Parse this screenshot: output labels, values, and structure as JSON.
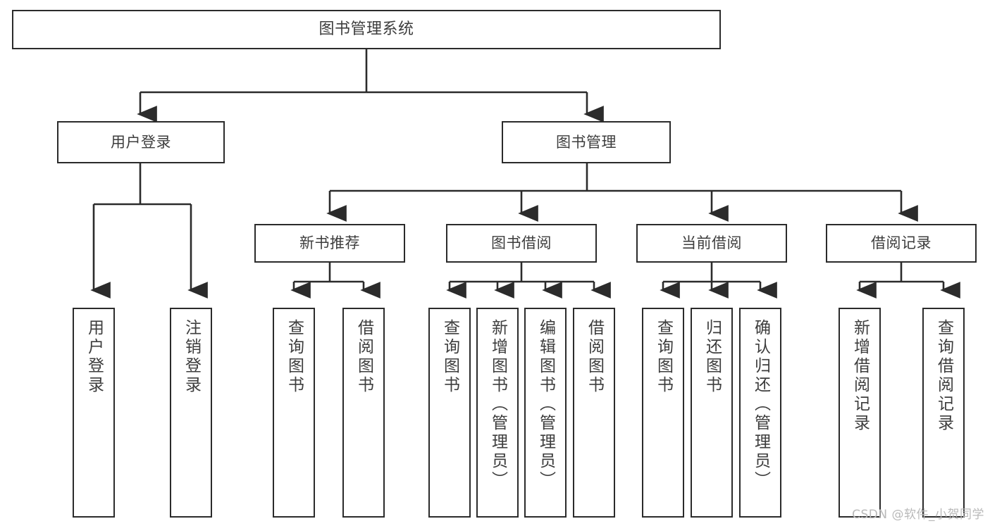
{
  "diagram": {
    "title": "图书管理系统",
    "type": "tree",
    "root": {
      "label": "图书管理系统"
    },
    "level2": [
      {
        "label": "用户登录"
      },
      {
        "label": "图书管理"
      }
    ],
    "level3": [
      {
        "label": "新书推荐"
      },
      {
        "label": "图书借阅"
      },
      {
        "label": "当前借阅"
      },
      {
        "label": "借阅记录"
      }
    ],
    "leaves": {
      "user_login": [
        {
          "label": "用户登录"
        },
        {
          "label": "注销登录"
        }
      ],
      "new_book_recommend": [
        {
          "label": "查询图书"
        },
        {
          "label": "借阅图书"
        }
      ],
      "book_borrow": [
        {
          "label": "查询图书"
        },
        {
          "label": "新增图书（管理员）"
        },
        {
          "label": "编辑图书（管理员）"
        },
        {
          "label": "借阅图书"
        }
      ],
      "current_borrow": [
        {
          "label": "查询图书"
        },
        {
          "label": "归还图书"
        },
        {
          "label": "确认归还（管理员）"
        }
      ],
      "borrow_record": [
        {
          "label": "新增借阅记录"
        },
        {
          "label": "查询借阅记录"
        }
      ]
    }
  },
  "watermark": {
    "text": "CSDN @软件_小贺同学"
  },
  "colors": {
    "stroke": "#2b2b2b",
    "text": "#3d3d3d",
    "background": "#ffffff",
    "watermark": "#b9b9b9"
  }
}
